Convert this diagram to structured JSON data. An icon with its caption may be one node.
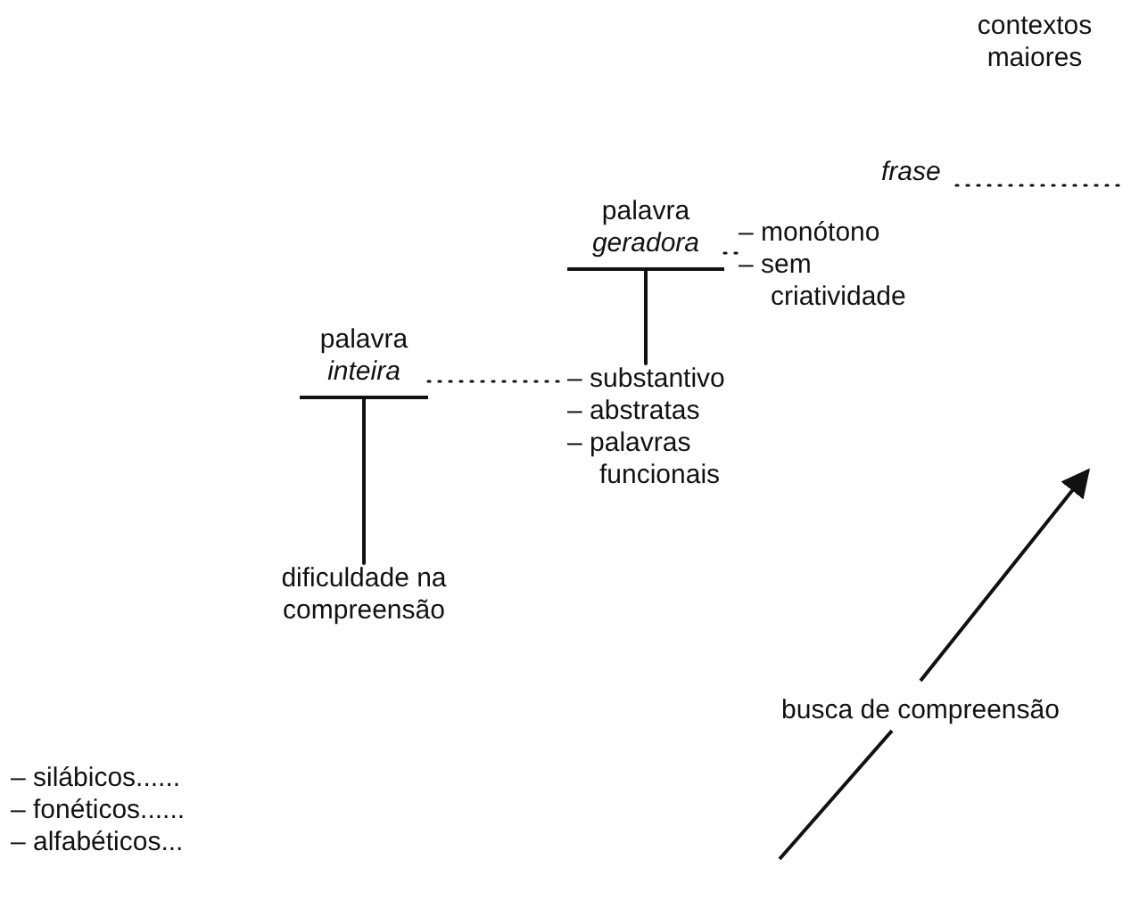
{
  "diagram": {
    "nodes": [
      {
        "text": [
          "contextos maiores"
        ]
      },
      {
        "text": [
          "frase"
        ]
      },
      {
        "text": [
          "palavra",
          "geradora"
        ]
      },
      {
        "text": [
          "– monótono",
          "– sem criatividade"
        ]
      },
      {
        "text": [
          "palavra",
          "inteira"
        ]
      },
      {
        "text": [
          "– substantivo",
          "– abstratas",
          "– palavras funcionais"
        ]
      },
      {
        "text": [
          "dificuldade na compreensão"
        ]
      },
      {
        "text": [
          "– silábicos......",
          "– fonéticos......",
          "– alfabéticos..."
        ]
      }
    ],
    "edges": [
      {
        "from": 1,
        "to": null,
        "arrow": "none",
        "style": "dashed"
      },
      {
        "from": 2,
        "to": 3,
        "arrow": "none",
        "style": "dashed"
      },
      {
        "from": 2,
        "to": 5,
        "arrow": "none"
      },
      {
        "from": 4,
        "to": 5,
        "arrow": "none",
        "style": "dashed"
      },
      {
        "from": 4,
        "to": 6,
        "arrow": "none"
      }
    ],
    "labels": [
      "busca de compreensão"
    ]
  }
}
